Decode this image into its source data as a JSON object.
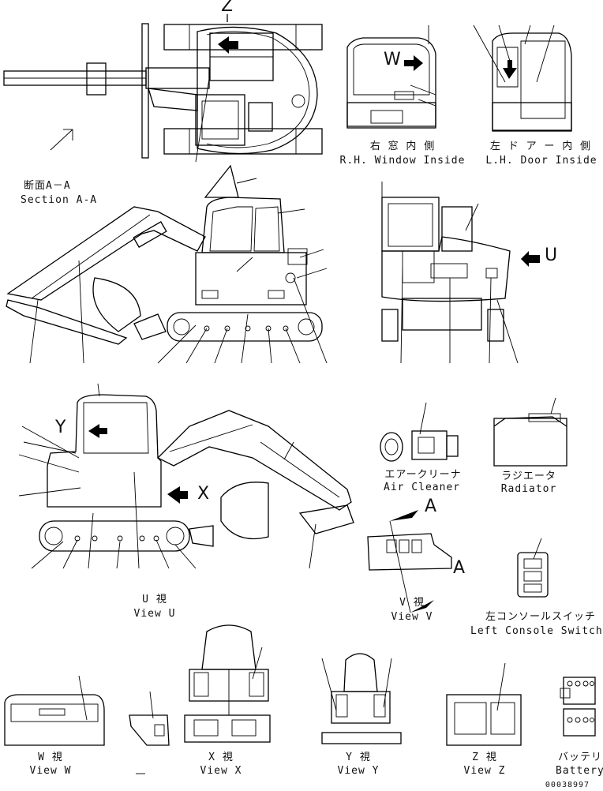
{
  "views": {
    "top_view_letter": "Z",
    "rh_window": {
      "jp": "右 窓 内 側",
      "en": "R.H. Window Inside",
      "letter": "W"
    },
    "lh_door": {
      "jp": "左 ド ア ー 内 側",
      "en": "L.H. Door Inside"
    },
    "section_aa": {
      "jp": "断面A－A",
      "en": "Section A-A"
    },
    "view_u_marker": "U",
    "air_cleaner": {
      "jp": "エアークリーナ",
      "en": "Air Cleaner"
    },
    "radiator": {
      "jp": "ラジエータ",
      "en": "Radiator"
    },
    "side_view_y": "Y",
    "side_view_x": "X",
    "view_u": {
      "jp": "U 視",
      "en": "View U"
    },
    "view_v": {
      "jp": "V 視",
      "en": "View V",
      "a_top": "A",
      "a_bottom": "A"
    },
    "left_console": {
      "jp": "左コンソールスイッチ",
      "en": "Left Console Switch"
    },
    "view_w": {
      "jp": "W 視",
      "en": "View W"
    },
    "view_x": {
      "jp": "X 視",
      "en": "View X"
    },
    "view_y": {
      "jp": "Y 視",
      "en": "View Y"
    },
    "view_z": {
      "jp": "Z 視",
      "en": "View Z"
    },
    "battery": {
      "jp": "バッテリ",
      "en": "Battery"
    }
  },
  "drawing_number": "00038997"
}
